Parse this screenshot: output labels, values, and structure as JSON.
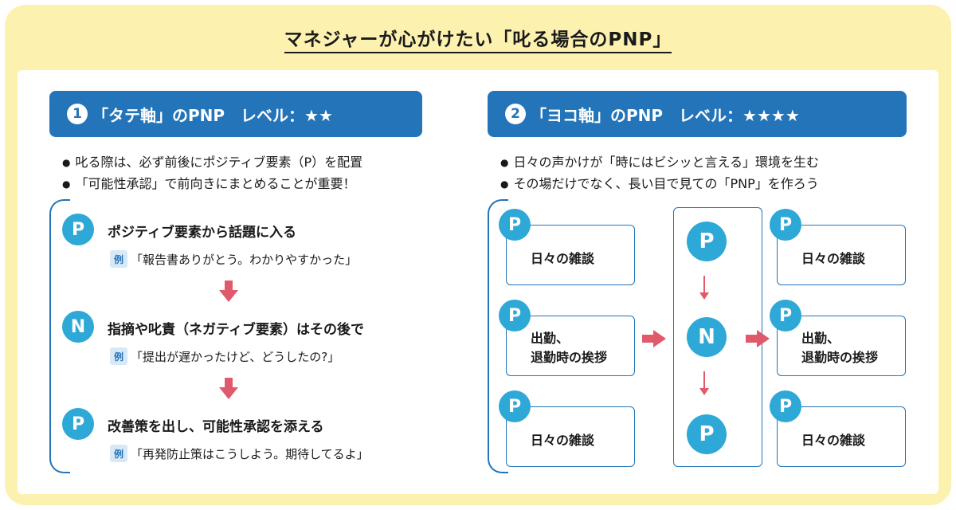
{
  "title": "マネジャーが心がけたい「叱る場合のPNP」",
  "colors": {
    "accent": "#2374b8",
    "circle": "#2ea8d6",
    "arrow": "#e05a6b",
    "bg": "#fdf1b0"
  },
  "left": {
    "num": "1",
    "banner": "「タテ軸」のPNP　レベル：★★",
    "bullets": [
      "叱る際は、必ず前後にポジティブ要素（P）を配置",
      "「可能性承認」で前向きにまとめることが重要！"
    ],
    "steps": [
      {
        "letter": "P",
        "heading": "ポジティブ要素から話題に入る",
        "example_badge": "例",
        "example": "「報告書ありがとう。わかりやすかった」"
      },
      {
        "letter": "N",
        "heading": "指摘や叱責（ネガティブ要素）はその後で",
        "example_badge": "例",
        "example": "「提出が遅かったけど、どうしたの?」"
      },
      {
        "letter": "P",
        "heading": "改善策を出し、可能性承認を添える",
        "example_badge": "例",
        "example": "「再発防止策はこうしよう。期待してるよ」"
      }
    ]
  },
  "right": {
    "num": "2",
    "banner": "「ヨコ軸」のPNP　レベル：★★★★",
    "bullets": [
      "日々の声かけが「時にはビシッと言える」環境を生む",
      "その場だけでなく、長い目で見ての「PNP」を作ろう"
    ],
    "col_left": [
      {
        "letter": "P",
        "line1": "日々の雑談",
        "line2": ""
      },
      {
        "letter": "P",
        "line1": "出勤、",
        "line2": "退勤時の挨拶"
      },
      {
        "letter": "P",
        "line1": "日々の雑談",
        "line2": ""
      }
    ],
    "col_mid": [
      "P",
      "N",
      "P"
    ],
    "col_right": [
      {
        "letter": "P",
        "line1": "日々の雑談",
        "line2": ""
      },
      {
        "letter": "P",
        "line1": "出勤、",
        "line2": "退勤時の挨拶"
      },
      {
        "letter": "P",
        "line1": "日々の雑談",
        "line2": ""
      }
    ]
  }
}
